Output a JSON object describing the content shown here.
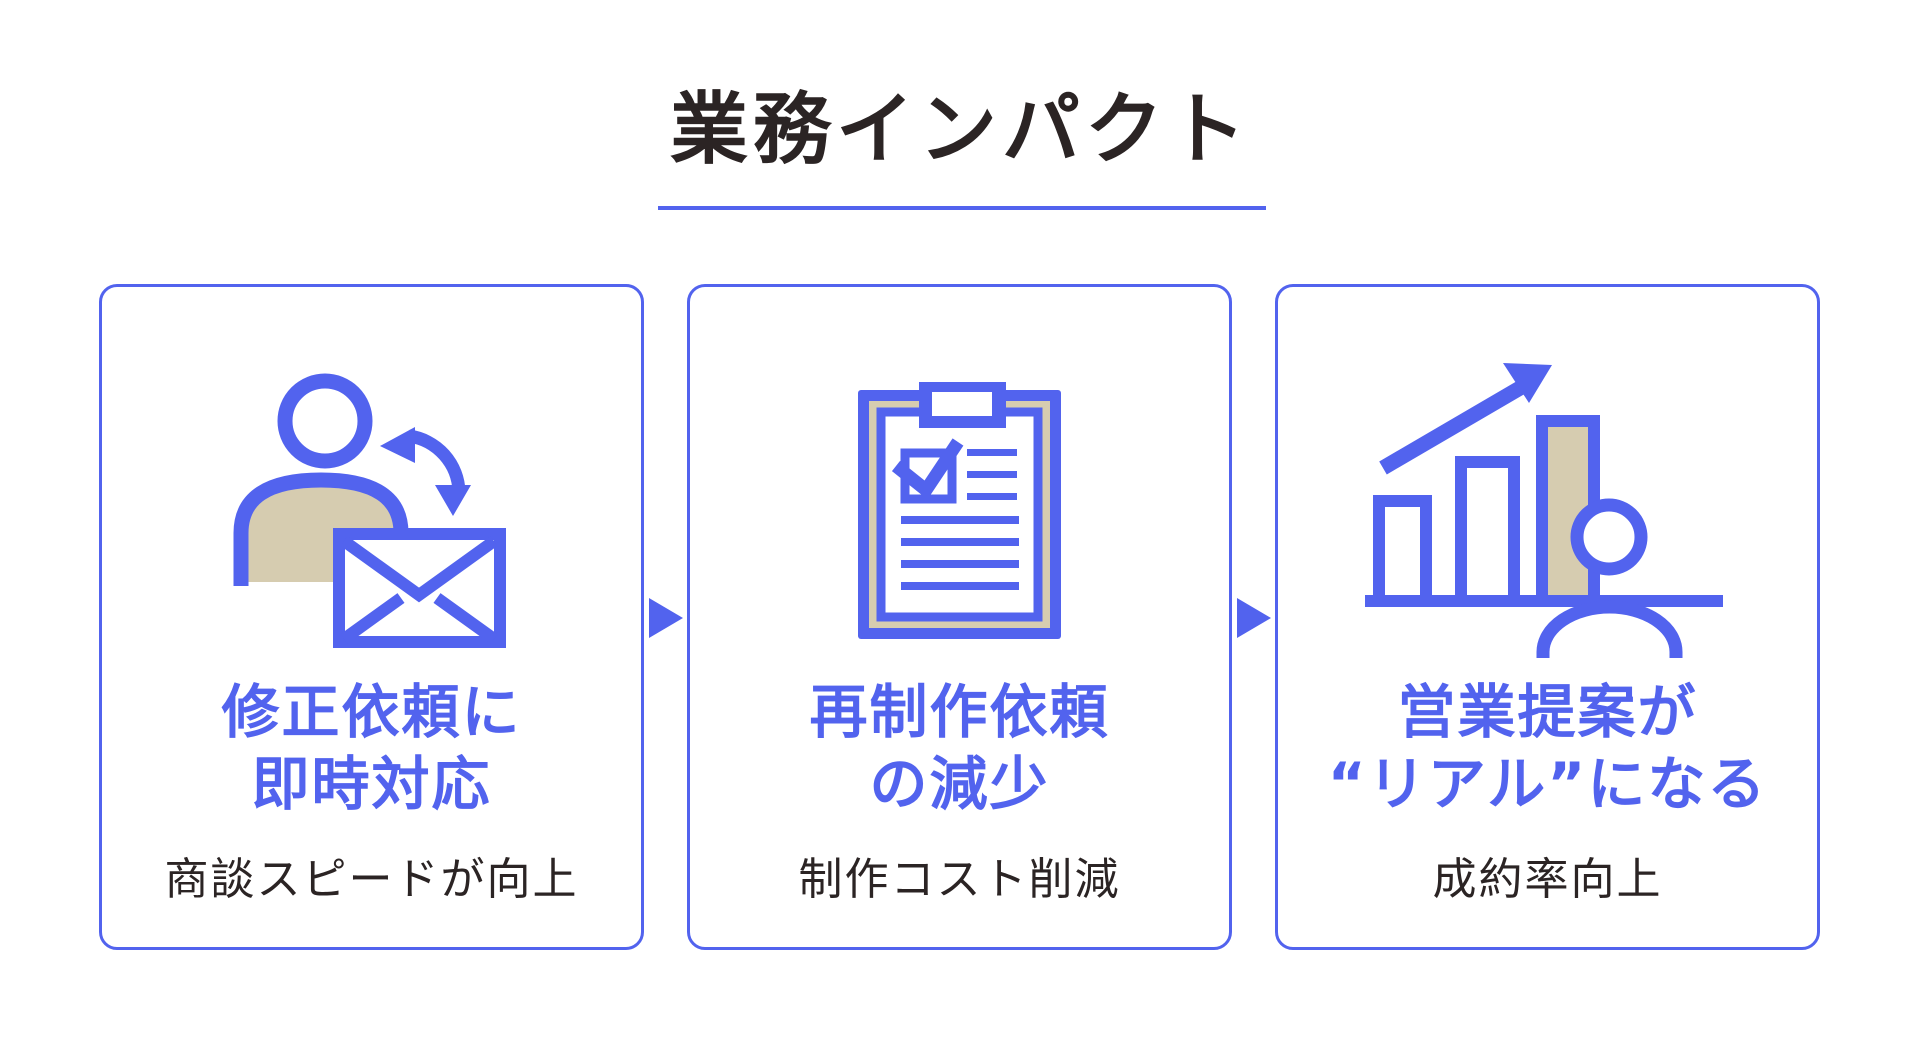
{
  "title": {
    "text": "業務インパクト"
  },
  "colors": {
    "accent_blue": "#5263ee",
    "beige": "#d6ccb0",
    "dark_text": "#2b2424"
  },
  "cards": [
    {
      "icon": "person-mail-refresh-icon",
      "heading_line1": "修正依頼に",
      "heading_line2": "即時対応",
      "subtext": "商談スピードが向上"
    },
    {
      "icon": "clipboard-checklist-icon",
      "heading_line1": "再制作依頼",
      "heading_line2": "の減少",
      "subtext": "制作コスト削減"
    },
    {
      "icon": "growth-chart-person-icon",
      "heading_line1": "営業提案が",
      "heading_line2": "“リアル”になる",
      "subtext": "成約率向上"
    }
  ]
}
